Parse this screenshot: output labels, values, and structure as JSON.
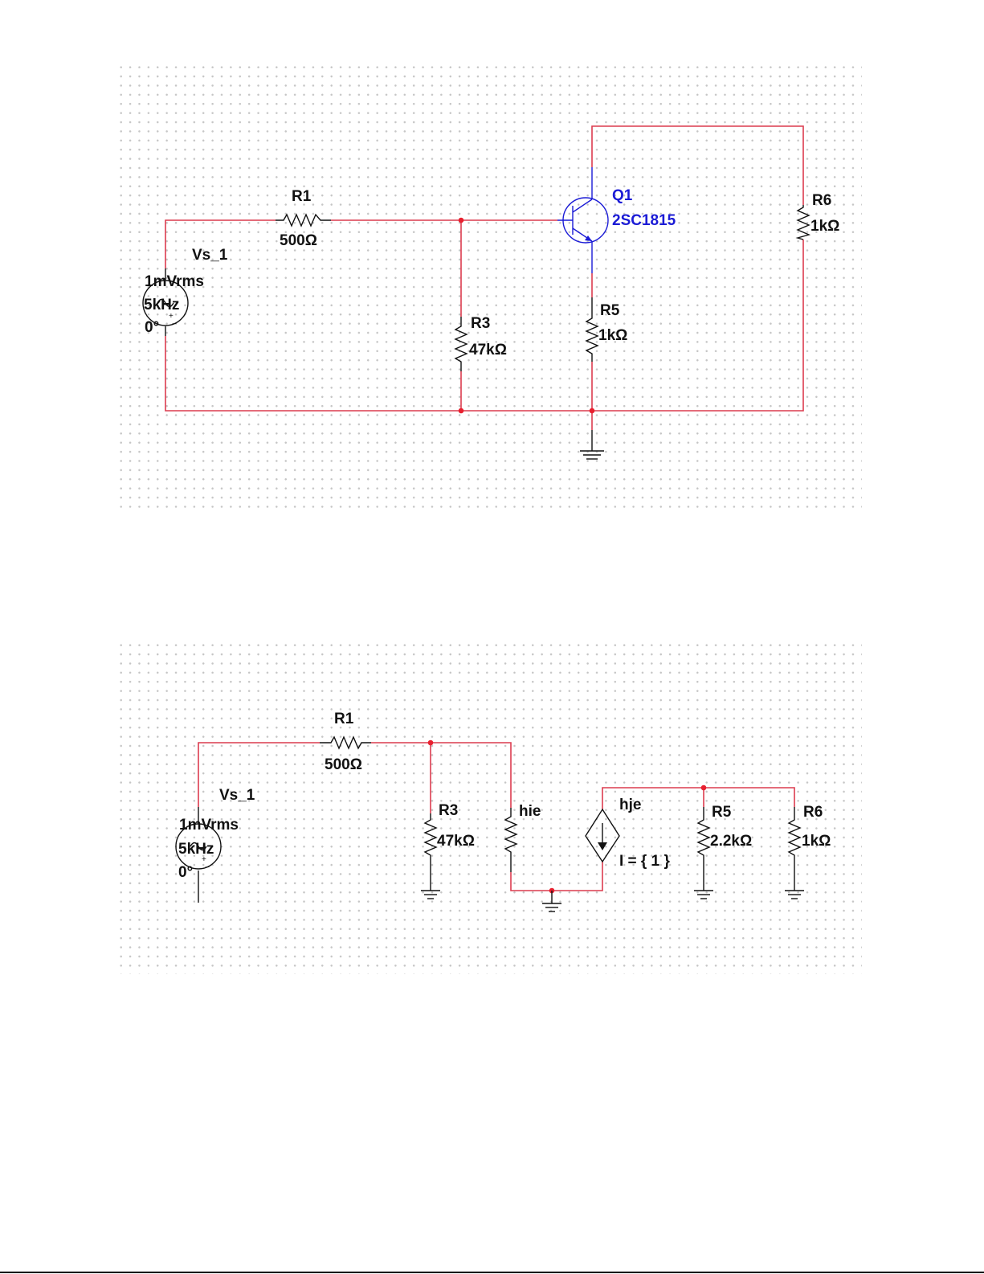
{
  "circuit1": {
    "source": {
      "name": "Vs_1",
      "amplitude": "1mVrms",
      "frequency": "5kHz",
      "phase": "0°"
    },
    "r1": {
      "name": "R1",
      "value": "500Ω"
    },
    "r3": {
      "name": "R3",
      "value": "47kΩ"
    },
    "q1": {
      "name": "Q1",
      "model": "2SC1815"
    },
    "r5": {
      "name": "R5",
      "value": "1kΩ"
    },
    "r6": {
      "name": "R6",
      "value": "1kΩ"
    }
  },
  "circuit2": {
    "source": {
      "name": "Vs_1",
      "amplitude": "1mVrms",
      "frequency": "5kHz",
      "phase": "0°"
    },
    "r1": {
      "name": "R1",
      "value": "500Ω"
    },
    "r3": {
      "name": "R3",
      "value": "47kΩ"
    },
    "hie": {
      "name": "hie"
    },
    "hje": {
      "name": "hje",
      "expression": "I = { 1 }"
    },
    "r5": {
      "name": "R5",
      "value": "2.2kΩ"
    },
    "r6": {
      "name": "R6",
      "value": "1kΩ"
    }
  },
  "colors": {
    "wire": "#dc3c4f",
    "node": "#e8202f",
    "transistor": "#1b1bd6",
    "grid_dot": "#c6c6c6"
  }
}
